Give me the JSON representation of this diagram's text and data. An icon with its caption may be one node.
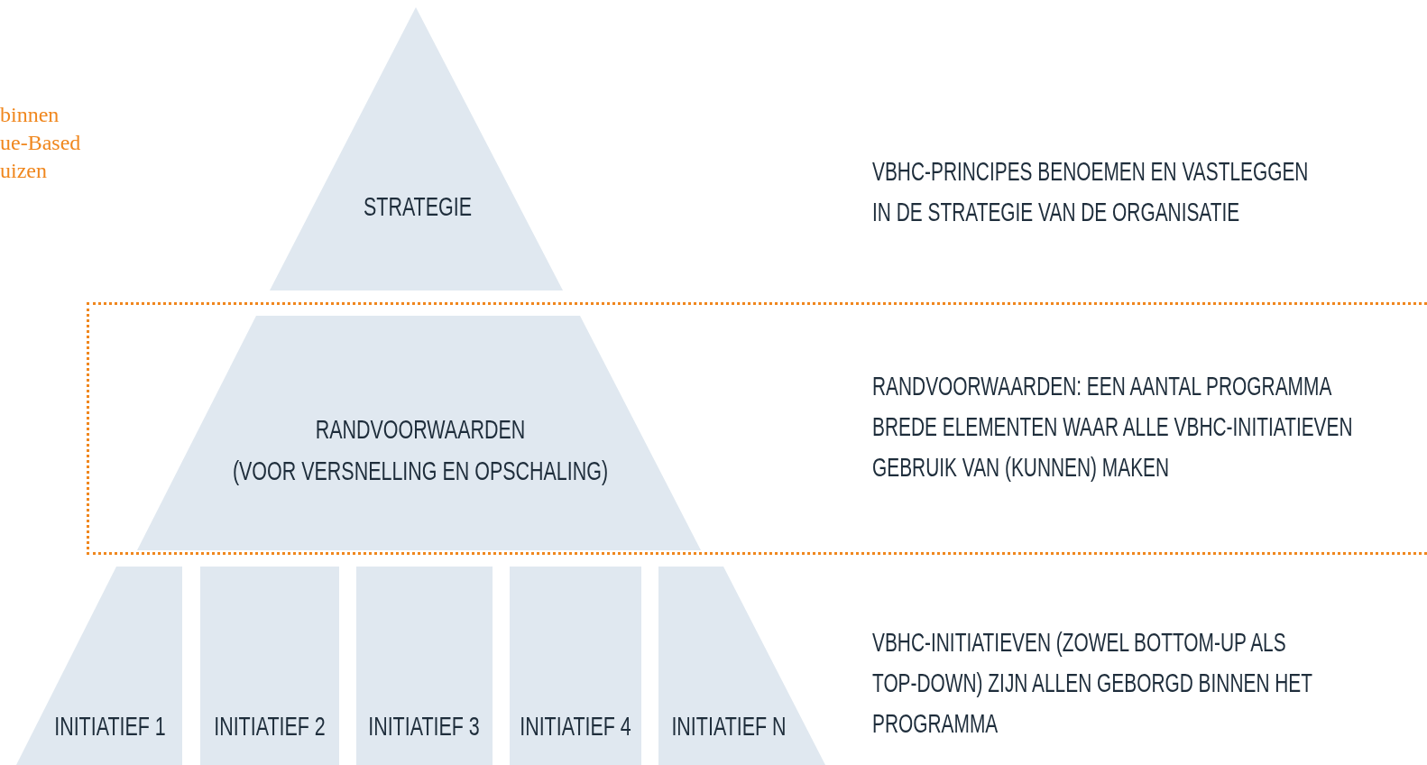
{
  "diagram": {
    "nodes": [
      {
        "text": [
          "STRATEGIE"
        ]
      },
      {
        "text": [],
        "shape": "box"
      },
      {
        "text": [
          "RANDVOORWAARDEN",
          "(VOOR VERSNELLING EN OPSCHALING)"
        ],
        "in": 1
      },
      {
        "text": [
          "INITIATIEF 1"
        ]
      },
      {
        "text": [
          "INITIATIEF 2"
        ]
      },
      {
        "text": [
          "INITIATIEF 3"
        ]
      },
      {
        "text": [
          "INITIATIEF 4"
        ]
      },
      {
        "text": [
          "INITIATIEF N"
        ]
      }
    ],
    "labels": [
      "binnen ue-Based uizen",
      "VBHC-PRINCIPES BENOEMEN EN VASTLEGGEN IN DE STRATEGIE VAN DE ORGANISATIE",
      "RANDVOORWAARDEN: EEN AANTAL PROGRAMMA BREDE ELEMENTEN WAAR ALLE VBHC-INITIATIEVEN GEBRUIK VAN (KUNNEN) MAKEN",
      "VBHC-INITIATIEVEN (ZOWEL BOTTOM-UP ALS TOP-DOWN) ZIJN ALLEN GEBORGD BINNEN HET PROGRAMMA"
    ]
  }
}
